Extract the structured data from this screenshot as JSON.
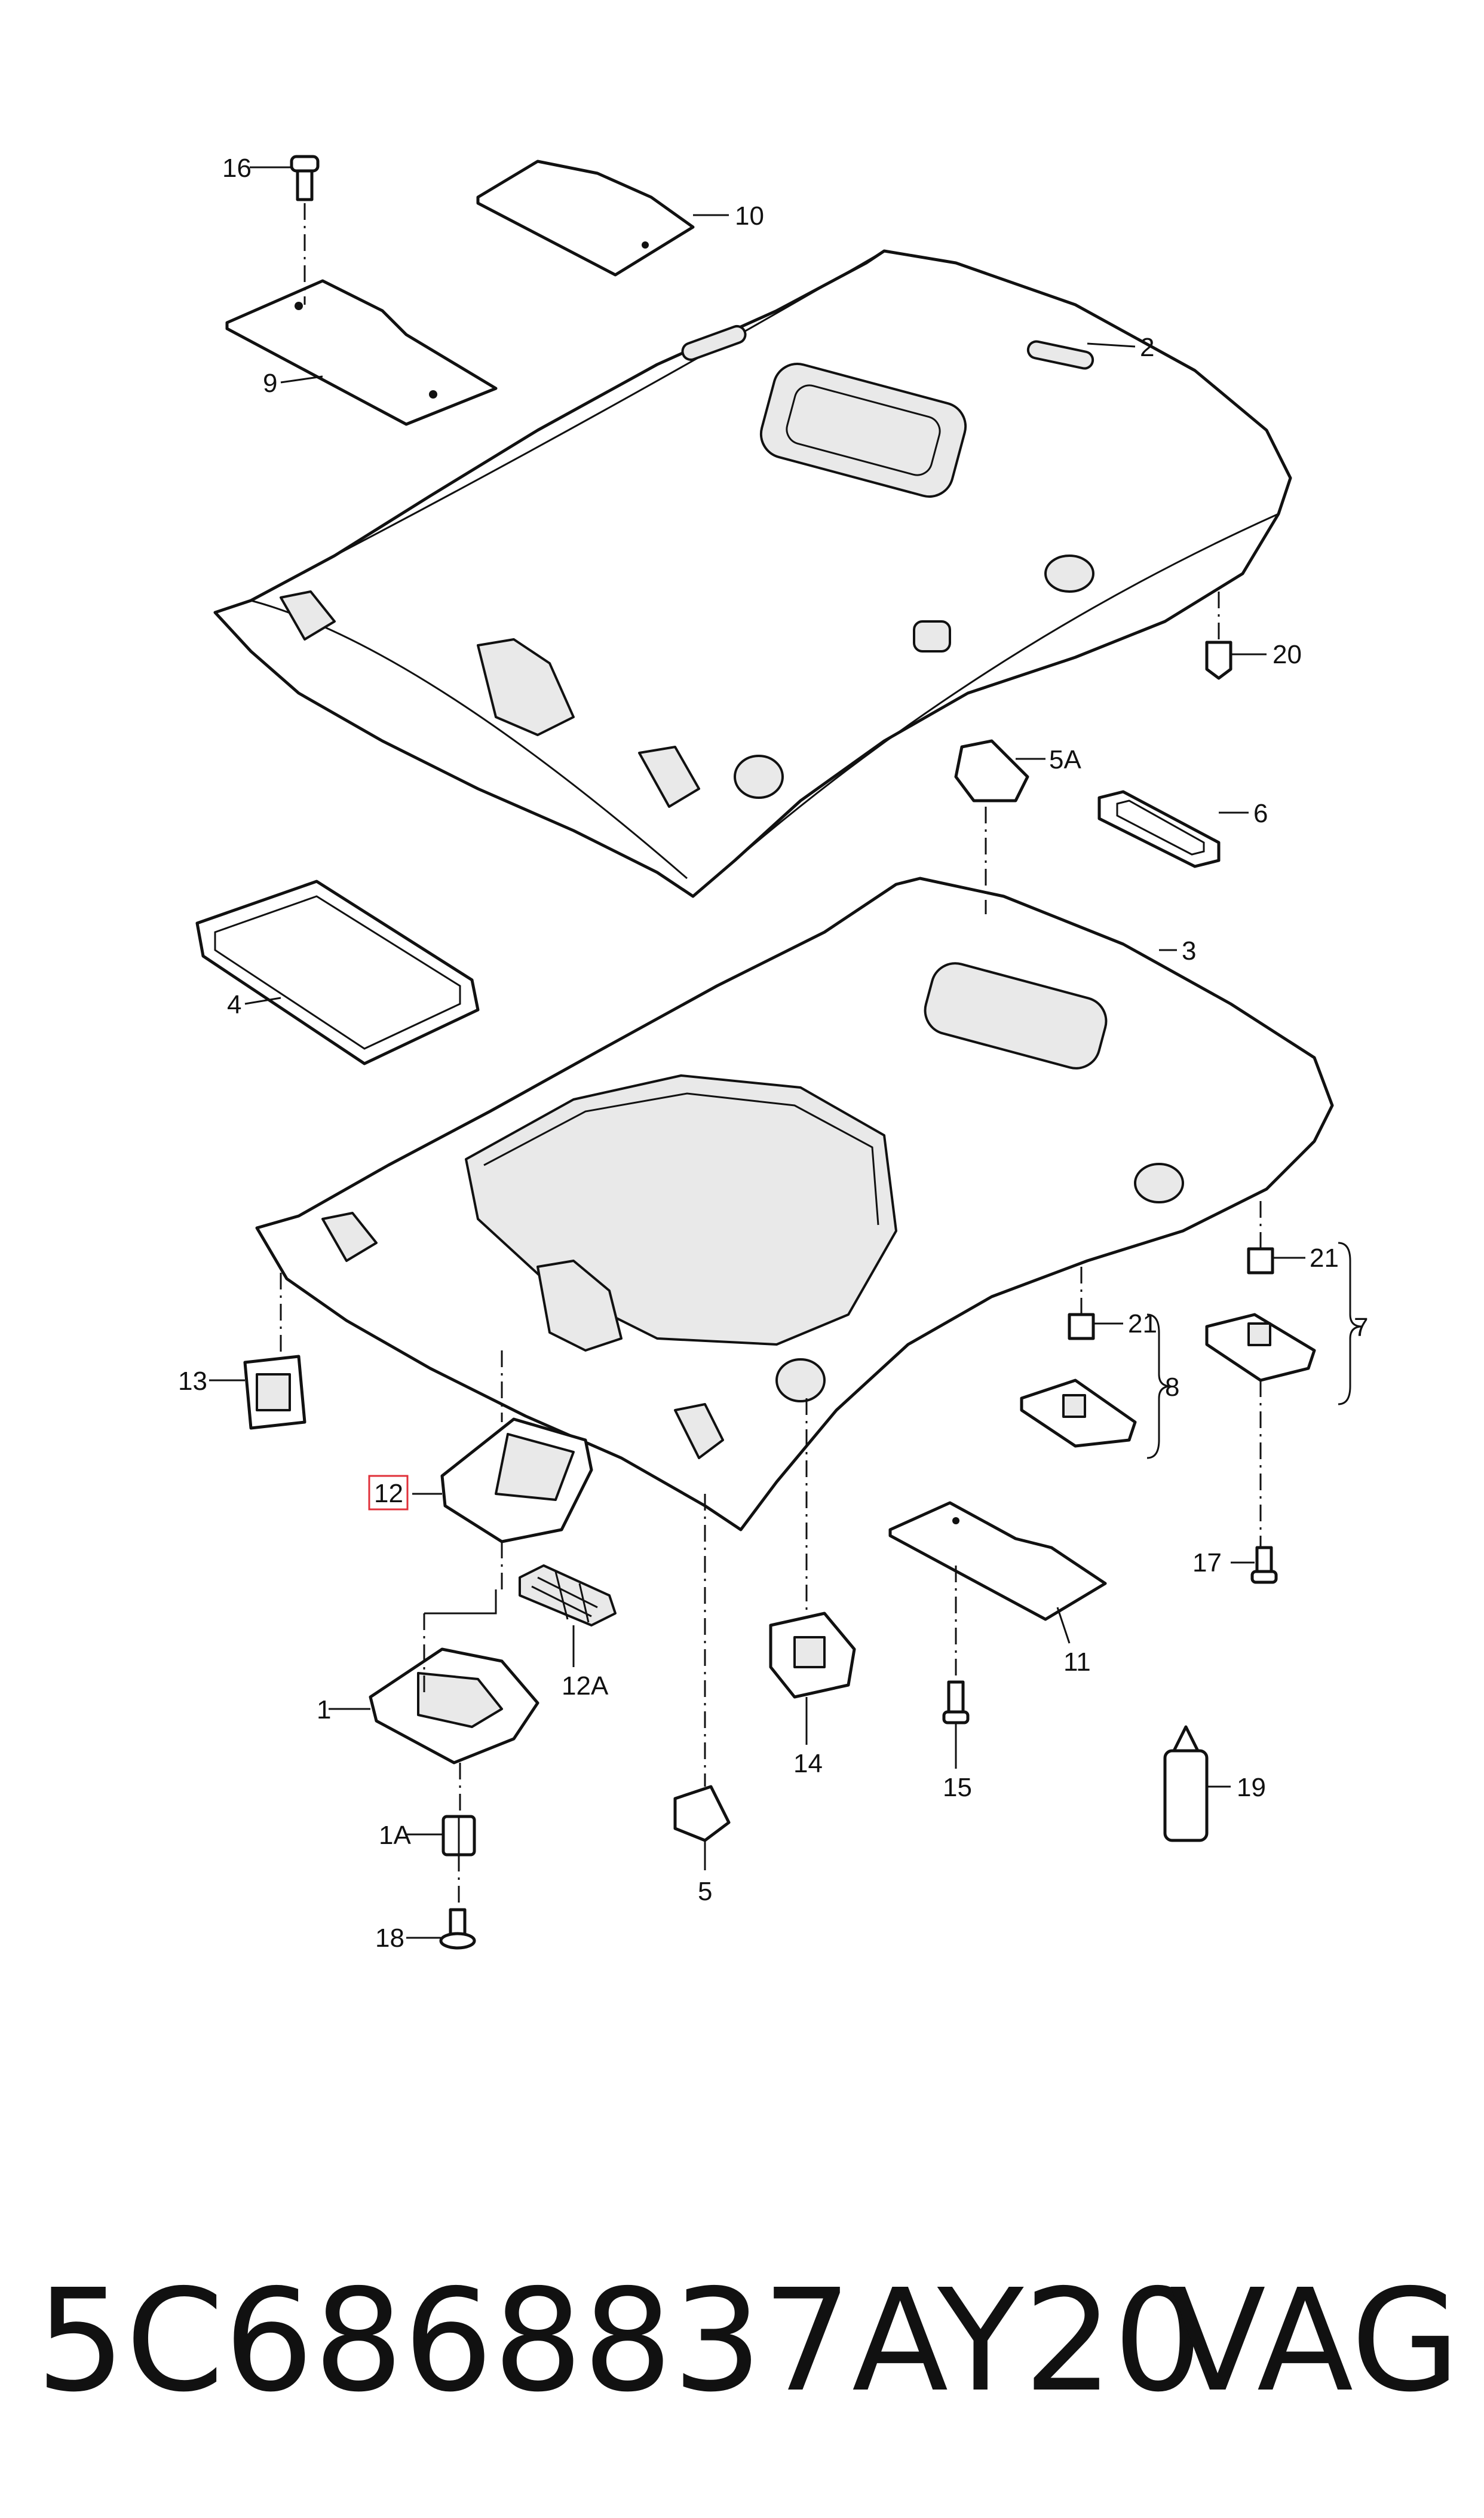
{
  "footer": {
    "part_number": "5C6868837AY20",
    "brand": "VAG"
  },
  "highlight_color": "#e0303a",
  "callouts": [
    {
      "id": "16",
      "label": "16"
    },
    {
      "id": "10",
      "label": "10"
    },
    {
      "id": "9",
      "label": "9"
    },
    {
      "id": "2",
      "label": "2"
    },
    {
      "id": "20",
      "label": "20"
    },
    {
      "id": "5A",
      "label": "5A"
    },
    {
      "id": "6",
      "label": "6"
    },
    {
      "id": "3",
      "label": "3"
    },
    {
      "id": "4",
      "label": "4"
    },
    {
      "id": "21a",
      "label": "21"
    },
    {
      "id": "7",
      "label": "7"
    },
    {
      "id": "21b",
      "label": "21"
    },
    {
      "id": "8",
      "label": "8"
    },
    {
      "id": "13",
      "label": "13"
    },
    {
      "id": "12",
      "label": "12",
      "highlighted": true
    },
    {
      "id": "12A",
      "label": "12A"
    },
    {
      "id": "17",
      "label": "17"
    },
    {
      "id": "11",
      "label": "11"
    },
    {
      "id": "1",
      "label": "1"
    },
    {
      "id": "14",
      "label": "14"
    },
    {
      "id": "15",
      "label": "15"
    },
    {
      "id": "19",
      "label": "19"
    },
    {
      "id": "1A",
      "label": "1A"
    },
    {
      "id": "5",
      "label": "5"
    },
    {
      "id": "18",
      "label": "18"
    }
  ]
}
